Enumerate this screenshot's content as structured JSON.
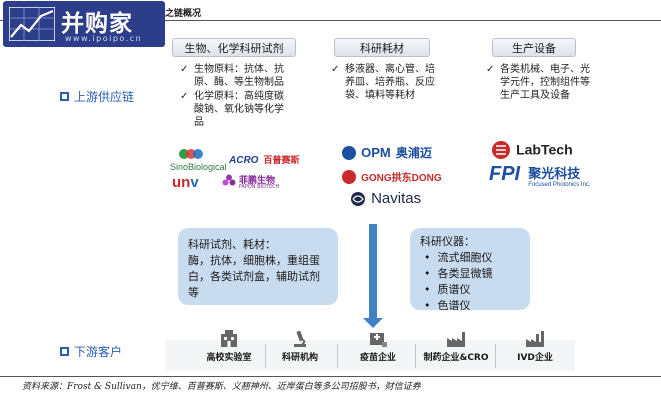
{
  "header": {
    "logo_text": "并购家",
    "logo_url": "www.ipoipo.cn",
    "title": "之链概况"
  },
  "rows": {
    "upstream_label": "上游供应链",
    "downstream_label": "下游客户"
  },
  "categories": [
    {
      "label": "生物、化学科研试剂",
      "items": [
        "生物原料：抗体、抗原、酶、等生物制品",
        "化学原料：高纯度碳酸钠、氧化钠等化学品"
      ]
    },
    {
      "label": "科研耗材",
      "items": [
        "移液器、离心管、培养皿、培养瓶、反应袋、填料等耗材"
      ]
    },
    {
      "label": "生产设备",
      "items": [
        "各类机械、电子、光学元件，控制组件等生产工具及设备"
      ]
    }
  ],
  "brands": {
    "sino": "SinoBiological",
    "acro_a": "ACRO",
    "acro_b": "百普赛斯",
    "univ_a": "un",
    "univ_b": "v",
    "yishen_a": "菲鹏生物",
    "yishen_b": "FAPON BIOTECH",
    "opm_a": "OPM",
    "opm_b": "奥浦迈",
    "gongdong": "GONG拱东DONG",
    "navitas": "Navitas",
    "labtech": "LabTech",
    "fpi_a": "FPI",
    "fpi_b": "聚光科技",
    "fpi_c": "Focused Photonics Inc."
  },
  "bubbles": {
    "left_title": "科研试剂、耗材：",
    "left_body": "酶，抗体，细胞株，重组蛋白，各类试剂盒，辅助试剂等",
    "right_title": "科研仪器：",
    "right_items": [
      "流式细胞仪",
      "各类显微镜",
      "质谱仪",
      "色谱仪"
    ]
  },
  "customers": [
    "高校实验室",
    "科研机构",
    "疫苗企业",
    "制药企业&CRO",
    "IVD企业"
  ],
  "source": "资料来源：Frost & Sullivan，优宁维、百普赛斯、义翘神州、近岸蛋白等多公司招股书，财信证券",
  "colors": {
    "accent": "#2a5fb0",
    "arrow": "#3f82c6",
    "bubble": "#c9dbee",
    "logo_bg": "#2c3d8a"
  }
}
